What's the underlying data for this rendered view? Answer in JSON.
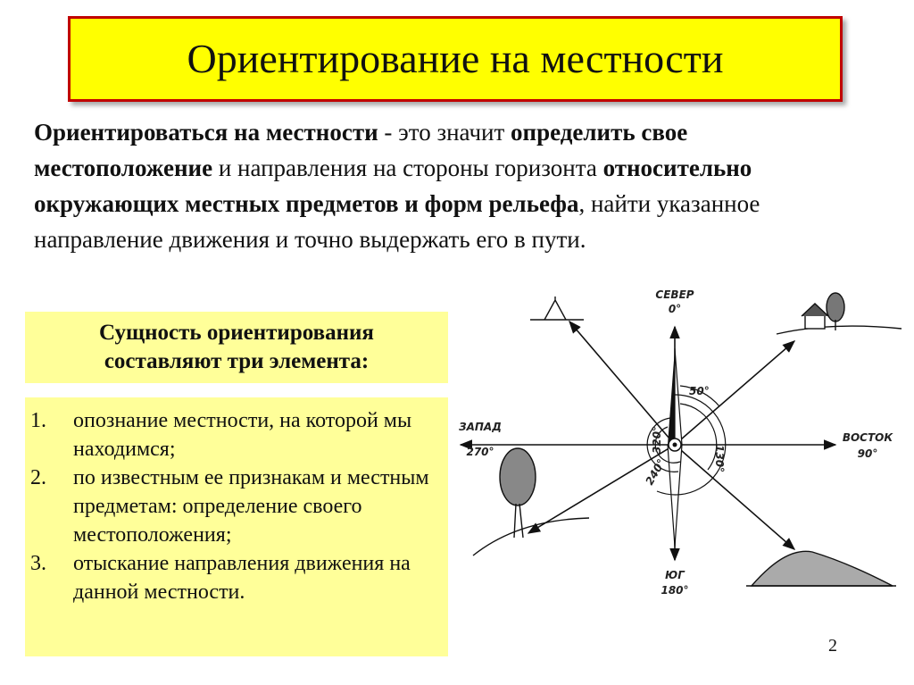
{
  "title": "Ориентирование на местности",
  "intro": {
    "p1": "Ориентироваться на местности",
    "p2": " - это значит ",
    "p3": "определить свое местоположение",
    "p4": " и направления на стороны горизонта ",
    "p5": "относительно окружающих местных предметов и форм рельефа",
    "p6": ", найти указанное направление движения и точно выдержать его в пути."
  },
  "essence": {
    "line1": "Сущность ориентирования",
    "line2": "составляют три элемента:"
  },
  "elements": [
    {
      "num": "1.",
      "text": "опознание местности, на которой мы находимся;"
    },
    {
      "num": "2.",
      "text": "по известным ее признакам и местным предметам: определение своего местоположения;"
    },
    {
      "num": "3.",
      "text": "отыскание направления движения на данной местности."
    }
  ],
  "compass": {
    "north_name": "СЕВЕР",
    "north_deg": "0°",
    "south_name": "ЮГ",
    "south_deg": "180°",
    "west_name": "ЗАПАД",
    "west_deg": "270°",
    "east_name": "ВОСТОК",
    "east_deg": "90°",
    "angle_50": "50°",
    "angle_130": "130°",
    "angle_240": "240°",
    "angle_320": "320°"
  },
  "page_number": "2"
}
